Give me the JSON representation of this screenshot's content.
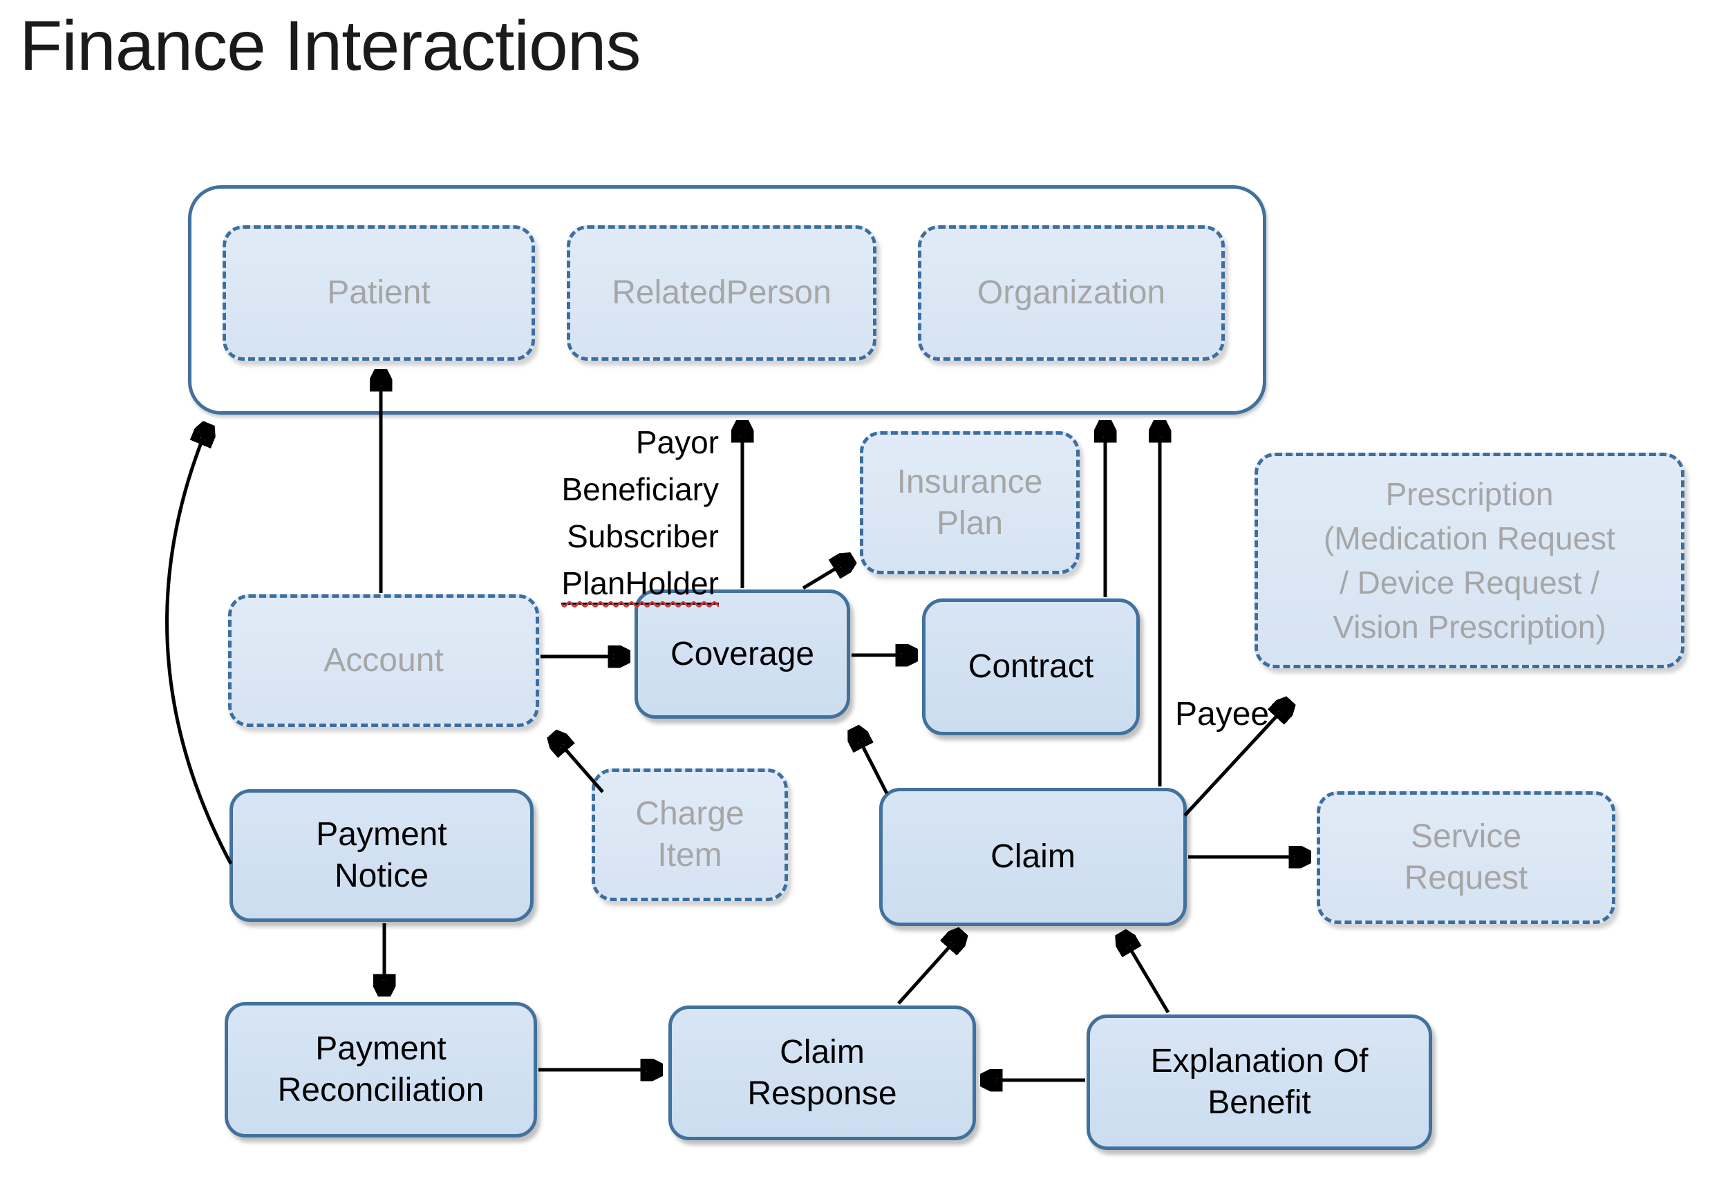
{
  "title": "Finance Interactions",
  "nodes": {
    "patient": {
      "line1": "Patient"
    },
    "related_person": {
      "line1": "RelatedPerson"
    },
    "organization": {
      "line1": "Organization"
    },
    "insurance_plan": {
      "line1": "Insurance",
      "line2": "Plan"
    },
    "prescription": {
      "line1": "Prescription",
      "line2": "(Medication Request",
      "line3": "/ Device Request /",
      "line4": "Vision Prescription)"
    },
    "account": {
      "line1": "Account"
    },
    "coverage": {
      "line1": "Coverage"
    },
    "contract": {
      "line1": "Contract"
    },
    "charge_item": {
      "line1": "Charge",
      "line2": "Item"
    },
    "claim": {
      "line1": "Claim"
    },
    "service_request": {
      "line1": "Service",
      "line2": "Request"
    },
    "payment_notice": {
      "line1": "Payment",
      "line2": "Notice"
    },
    "payment_reconciliation": {
      "line1": "Payment",
      "line2": "Reconciliation"
    },
    "claim_response": {
      "line1": "Claim",
      "line2": "Response"
    },
    "explanation_of_benefit": {
      "line1": "Explanation Of",
      "line2": "Benefit"
    }
  },
  "edge_labels": {
    "payor": "Payor",
    "beneficiary": "Beneficiary",
    "subscriber": "Subscriber",
    "planholder": "PlanHolder",
    "payee": "Payee"
  },
  "colors": {
    "solid_node_fill": "#CEE0F1",
    "dashed_node_fill": "#DBE7F4",
    "node_border_blue": "#41719C",
    "dashed_border_blue": "#3C6E9F",
    "referenced_text_gray": "#A6A6A6",
    "arrow_black": "#000000",
    "spellcheck_wavy_red": "#CC3333"
  }
}
